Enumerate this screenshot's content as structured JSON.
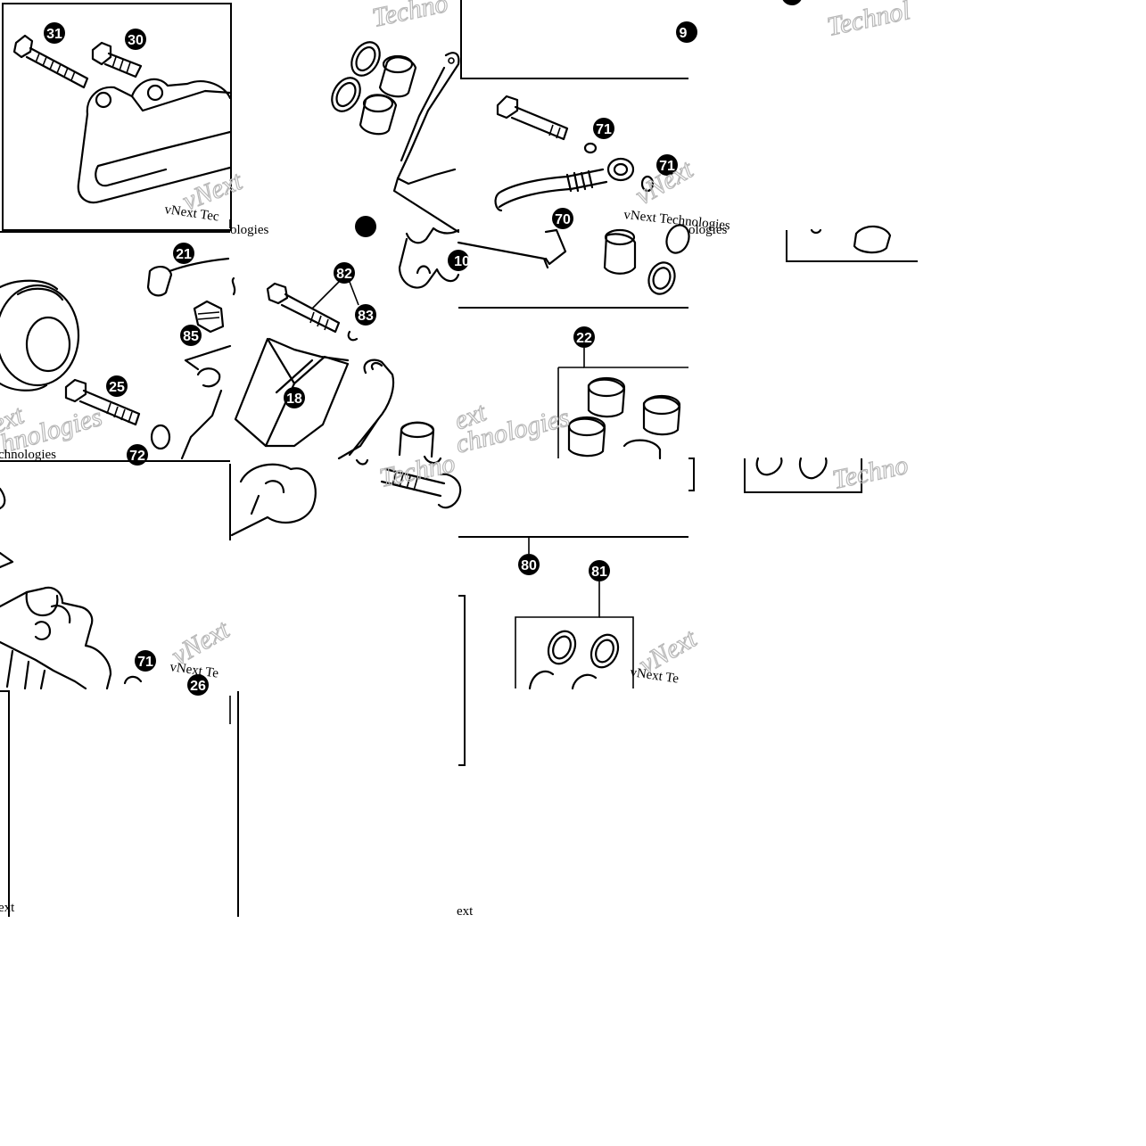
{
  "watermarks": {
    "technologies": "Technologies",
    "technol_partial": "Technol",
    "vnext_technologies": "vNext Technologies",
    "vnext_tec": "vNext Tec",
    "vnext_te": "vNext Te",
    "chnologies": "chnologies",
    "hnologies": "hnologies",
    "ologies": "ologies",
    "next": "vNext",
    "ext": "ext",
    "techno": "Techno"
  },
  "callouts": {
    "c31": "31",
    "c30": "30",
    "c9": "9",
    "c71a": "71",
    "c71b": "71",
    "c70": "70",
    "c72": "72",
    "c21": "21",
    "c82": "82",
    "c83": "83",
    "c85": "85",
    "c18": "18",
    "c25": "25",
    "c22": "22",
    "c80": "80",
    "c81": "81",
    "c71c": "71",
    "c26": "26",
    "c10": "10"
  }
}
